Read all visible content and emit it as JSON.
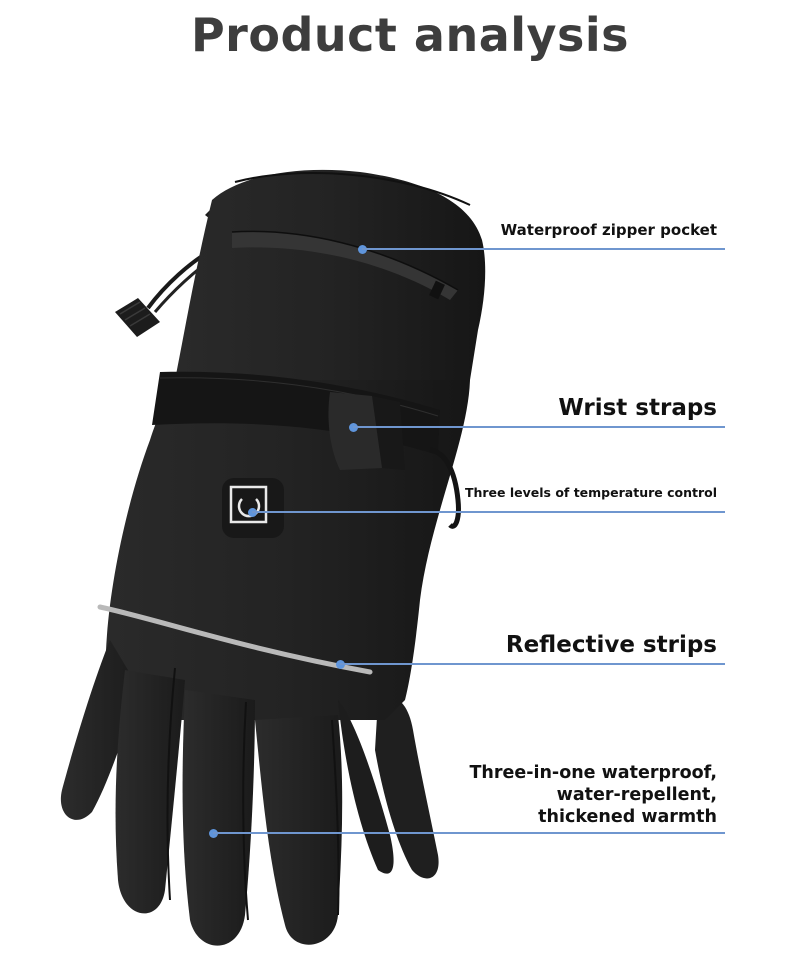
{
  "title": "Product analysis",
  "callouts": [
    {
      "id": "zipper",
      "label": "Waterproof zipper pocket"
    },
    {
      "id": "wrist",
      "label": "Wrist straps"
    },
    {
      "id": "temp",
      "label": "Three levels of temperature control"
    },
    {
      "id": "reflective",
      "label": "Reflective strips"
    },
    {
      "id": "waterproof",
      "lines": [
        "Three-in-one waterproof,",
        "water-repellent,",
        "thickened warmth"
      ]
    }
  ],
  "colors": {
    "title": "#3d3d3d",
    "callout_line": "#6f96cf",
    "callout_dot": "#5f95dc",
    "glove": "#1e1e1e",
    "reflective_strip": "#b9b9b9"
  }
}
